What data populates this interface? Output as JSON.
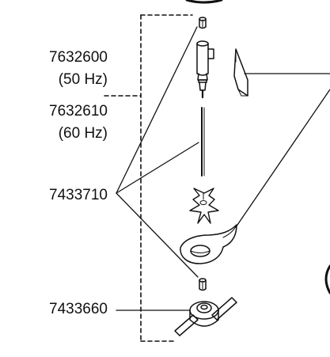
{
  "callouts": [
    {
      "part_number": "7632600",
      "frequency": "(50 Hz)"
    },
    {
      "part_number": "7632610",
      "frequency": "(60 Hz)"
    },
    {
      "part_number": "7433710"
    },
    {
      "part_number": "7433660"
    }
  ],
  "colors": {
    "line": "#111111",
    "background": "#ffffff"
  }
}
